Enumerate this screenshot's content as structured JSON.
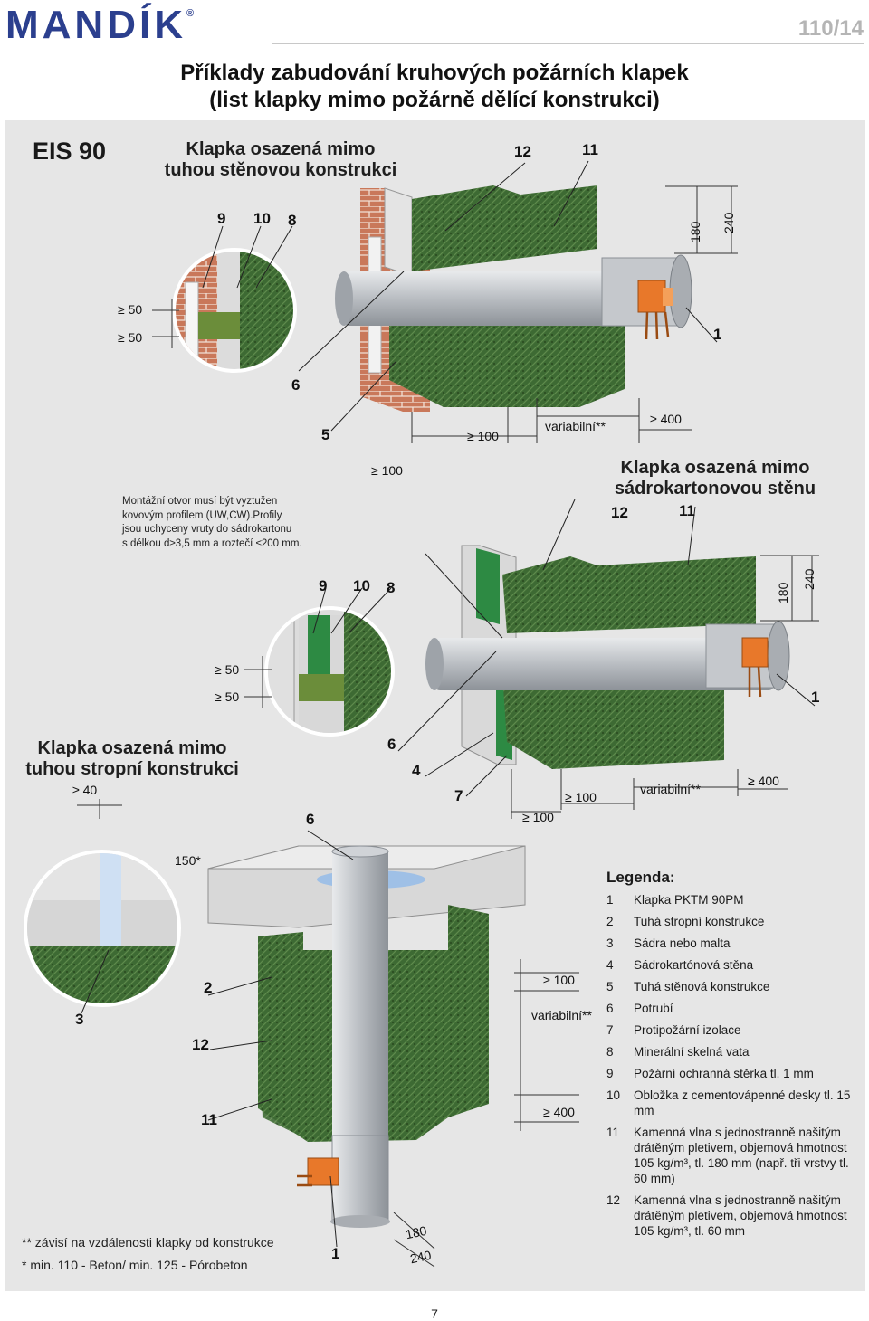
{
  "header": {
    "logo": "MANDÍK",
    "registered": "®",
    "page_code": "110/14"
  },
  "title": {
    "line1": "Příklady zabudování kruhových požárních klapek",
    "line2": "(list klapky mimo požárně dělící konstrukci)"
  },
  "rating": "EIS 90",
  "section_wall": {
    "title_line1": "Klapka osazená mimo",
    "title_line2": "tuhou stěnovou konstrukci",
    "labels": [
      "12",
      "11",
      "9",
      "10",
      "8",
      "1",
      "6",
      "5"
    ],
    "dims": [
      "≥ 50",
      "≥ 50",
      "180",
      "240",
      "≥ 100",
      "variabilní**",
      "≥ 400"
    ]
  },
  "section_drywall": {
    "title_line1": "Klapka osazená mimo",
    "title_line2": "sádrokartonovou stěnu",
    "labels": [
      "12",
      "11",
      "9",
      "10",
      "8",
      "1",
      "6",
      "4",
      "7"
    ],
    "dims": [
      "≥ 100",
      "180",
      "240",
      "≥ 50",
      "≥ 50",
      "≥ 100",
      "≥ 100",
      "variabilní**",
      "≥ 400"
    ],
    "note": [
      "Montážní otvor musí být vyztužen",
      "kovovým profilem (UW,CW).Profily",
      "jsou uchyceny vruty do sádrokartonu",
      "s délkou d≥3,5 mm a roztečí ≤200 mm."
    ]
  },
  "section_ceiling": {
    "title_line1": "Klapka osazená mimo",
    "title_line2": "tuhou stropní konstrukci",
    "labels": [
      "6",
      "3",
      "2",
      "12",
      "11",
      "1"
    ],
    "dims": [
      "≥ 40",
      "150*",
      "≥ 100",
      "variabilní**",
      "≥ 400",
      "180",
      "240"
    ]
  },
  "legend": {
    "title": "Legenda:",
    "items": [
      {
        "n": "1",
        "text": "Klapka PKTM 90PM"
      },
      {
        "n": "2",
        "text": "Tuhá stropní konstrukce"
      },
      {
        "n": "3",
        "text": "Sádra nebo malta"
      },
      {
        "n": "4",
        "text": "Sádrokartónová stěna"
      },
      {
        "n": "5",
        "text": "Tuhá stěnová konstrukce"
      },
      {
        "n": "6",
        "text": "Potrubí"
      },
      {
        "n": "7",
        "text": "Protipožární izolace"
      },
      {
        "n": "8",
        "text": "Minerální skelná vata"
      },
      {
        "n": "9",
        "text": "Požární ochranná stěrka tl. 1 mm"
      },
      {
        "n": "10",
        "text": "Obložka z cementovápenné desky tl. 15 mm"
      },
      {
        "n": "11",
        "text": "Kamenná vlna s jednostranně našitým drátěným pletivem, objemová hmotnost 105 kg/m³, tl. 180 mm (např. tři vrstvy tl. 60 mm)"
      },
      {
        "n": "12",
        "text": "Kamenná vlna s jednostranně našitým drátěným pletivem, objemová hmotnost 105 kg/m³, tl. 60 mm"
      }
    ]
  },
  "footnotes": {
    "f1": "** závisí na vzdálenosti klapky od konstrukce",
    "f2": "* min. 110 - Beton/ min. 125 - Pórobeton"
  },
  "footer": {
    "page": "7"
  },
  "colors": {
    "brand": "#2b3f8e",
    "insulation": "#3f6b34",
    "duct": "#b8bcc2",
    "brick": "#c9785a",
    "actuator": "#e8782a",
    "panel": "#e6e6e6"
  }
}
